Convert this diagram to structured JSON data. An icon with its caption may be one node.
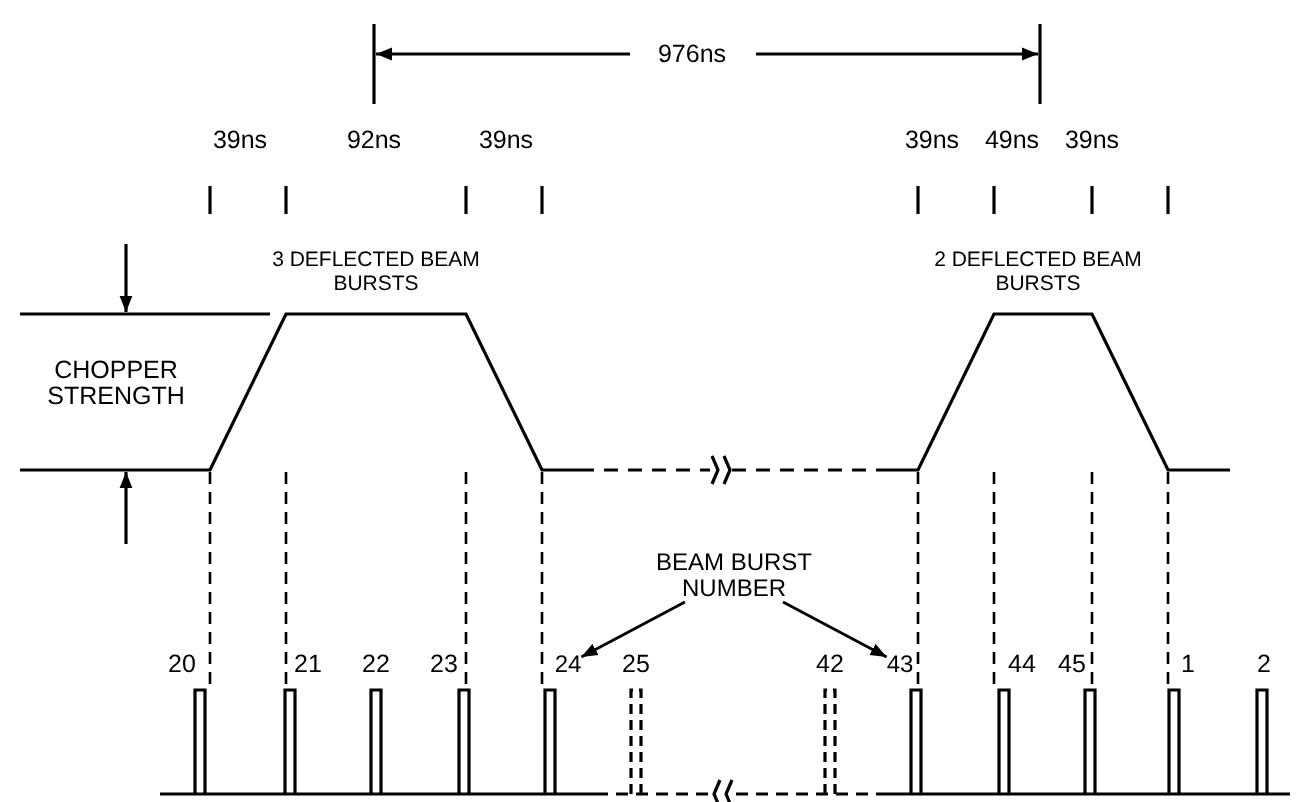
{
  "diagram": {
    "nodes": [
      {
        "text": [
          "BEAM BURST NUMBER"
        ]
      },
      {
        "text": [
          "24"
        ]
      },
      {
        "text": [
          "43"
        ]
      }
    ],
    "edges": [
      {
        "from": 0,
        "to": 1,
        "arrow": "to"
      },
      {
        "from": 0,
        "to": 2,
        "arrow": "to"
      }
    ],
    "labels": [
      "976ns",
      "39ns",
      "92ns",
      "39ns",
      "39ns",
      "49ns",
      "39ns",
      "3 DEFLECTED BEAM BURSTS",
      "2 DEFLECTED BEAM BURSTS",
      "CHOPPER STRENGTH",
      "20",
      "21",
      "22",
      "23",
      "25",
      "42",
      "44",
      "45",
      "1",
      "2"
    ]
  }
}
